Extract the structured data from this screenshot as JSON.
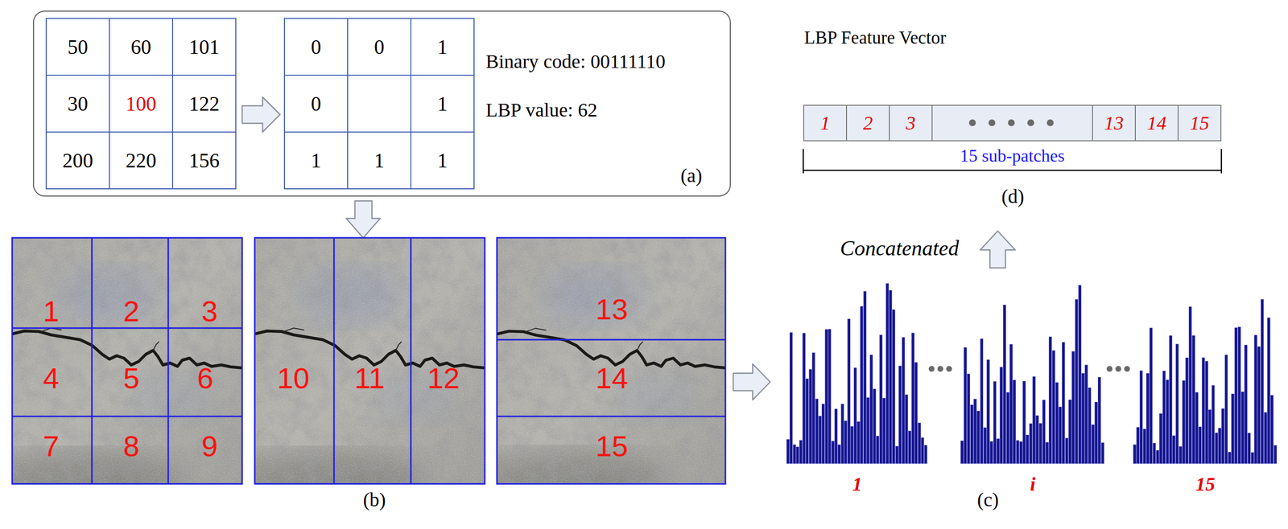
{
  "diagram": {
    "nodes": [
      {
        "text": [
          "Binary code: 00111110",
          "LBP value: 62",
          "(a)"
        ]
      },
      {
        "text": [
          "LBP Feature Vector"
        ]
      },
      {
        "text": [
          "1"
        ],
        "in": 1
      },
      {
        "text": [
          "2"
        ],
        "in": 1
      },
      {
        "text": [
          "3"
        ],
        "in": 1
      },
      {
        "text": [
          "13"
        ],
        "in": 1
      },
      {
        "text": [
          "14"
        ],
        "in": 1
      },
      {
        "text": [
          "15"
        ],
        "in": 1
      }
    ],
    "labels": [
      "50",
      "60",
      "101",
      "30",
      "100",
      "122",
      "200",
      "220",
      "156",
      "0",
      "0",
      "1",
      "0",
      "1",
      "1",
      "1",
      "1",
      "1",
      "2",
      "3",
      "4",
      "5",
      "6",
      "7",
      "8",
      "9",
      "10",
      "11",
      "12",
      "13",
      "14",
      "15",
      "(b)",
      "1",
      "i",
      "15",
      "(c)",
      "Concatenated",
      "15 sub-patches",
      "(d)"
    ]
  }
}
